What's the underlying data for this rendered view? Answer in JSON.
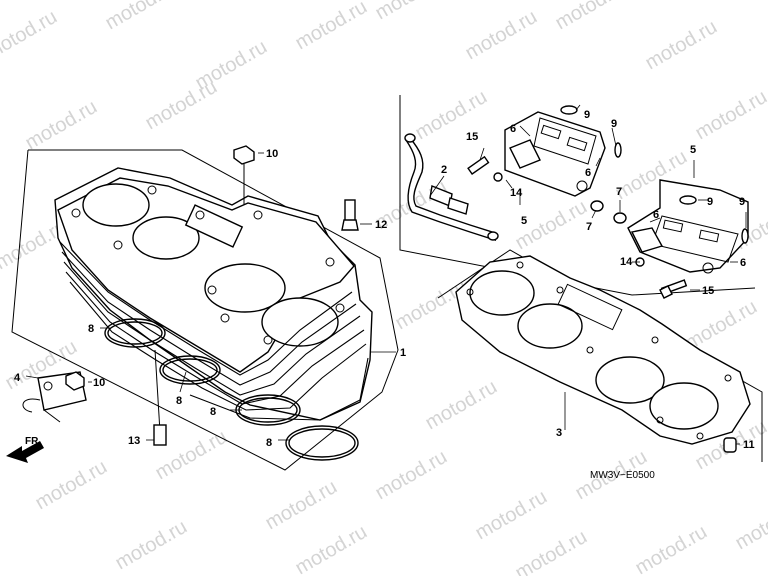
{
  "watermark": {
    "text": "motod.ru"
  },
  "diagram_code": "MW3V−E0500",
  "direction_label": "FR.",
  "callouts": [
    "1",
    "2",
    "3",
    "4",
    "5",
    "5",
    "6",
    "6",
    "6",
    "6",
    "7",
    "7",
    "8",
    "8",
    "8",
    "8",
    "9",
    "9",
    "9",
    "9",
    "10",
    "10",
    "11",
    "12",
    "13",
    "14",
    "14",
    "15",
    "15"
  ]
}
